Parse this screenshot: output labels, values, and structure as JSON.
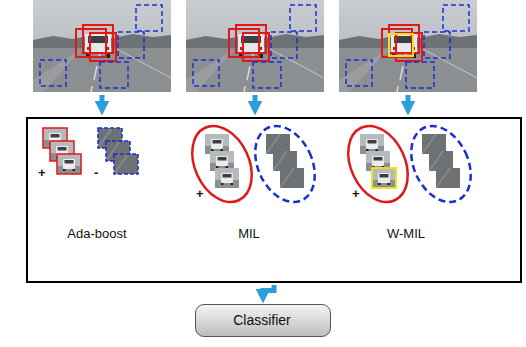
{
  "diagram": {
    "nodes": [
      {
        "text": [
          "Ada-boost",
          "MIL",
          "W-MIL"
        ]
      },
      {
        "text": [
          "Classifier"
        ]
      }
    ],
    "edges": [
      {
        "from": 0,
        "to": 1,
        "arrow": "to"
      }
    ],
    "labels": [
      "+",
      "-",
      "+",
      "+"
    ]
  }
}
